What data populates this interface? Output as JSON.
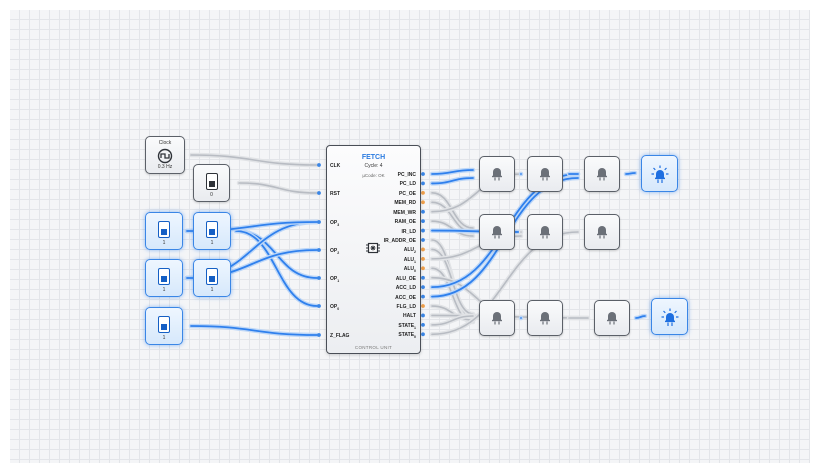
{
  "clock": {
    "title": "Clock",
    "frequency": "0.3 Hz"
  },
  "switches": [
    {
      "id": "reset",
      "value": "0",
      "state": "off"
    },
    {
      "id": "op3-a",
      "value": "1",
      "state": "on"
    },
    {
      "id": "op3-b",
      "value": "1",
      "state": "on"
    },
    {
      "id": "op1-a",
      "value": "1",
      "state": "on"
    },
    {
      "id": "op1-b",
      "value": "1",
      "state": "on"
    },
    {
      "id": "z-flag",
      "value": "1",
      "state": "on"
    }
  ],
  "control_unit": {
    "state": "FETCH",
    "cycle": "Cycle: 4",
    "ucode": "µCode: OK",
    "footer": "CONTROL UNIT",
    "inputs": [
      {
        "label": "CLK",
        "sub": ""
      },
      {
        "label": "RST",
        "sub": ""
      },
      {
        "label": "OP",
        "sub": "3"
      },
      {
        "label": "OP",
        "sub": "2"
      },
      {
        "label": "OP",
        "sub": "1"
      },
      {
        "label": "OP",
        "sub": "0"
      },
      {
        "label": "Z_FLAG",
        "sub": ""
      }
    ],
    "outputs": [
      {
        "label": "PC_INC",
        "sub": "",
        "status": "on"
      },
      {
        "label": "PC_LD",
        "sub": "",
        "status": "on"
      },
      {
        "label": "PC_OE",
        "sub": "",
        "status": "pending"
      },
      {
        "label": "MEM_RD",
        "sub": "",
        "status": "pending"
      },
      {
        "label": "MEM_WR",
        "sub": "",
        "status": "on"
      },
      {
        "label": "RAM_OE",
        "sub": "",
        "status": "on"
      },
      {
        "label": "IR_LD",
        "sub": "",
        "status": "on"
      },
      {
        "label": "IR_ADDR_OE",
        "sub": "",
        "status": "on"
      },
      {
        "label": "ALU",
        "sub": "2",
        "status": "pending"
      },
      {
        "label": "ALU",
        "sub": "1",
        "status": "pending"
      },
      {
        "label": "ALU",
        "sub": "0",
        "status": "pending"
      },
      {
        "label": "ALU_OE",
        "sub": "",
        "status": "on"
      },
      {
        "label": "ACC_LD",
        "sub": "",
        "status": "on"
      },
      {
        "label": "ACC_OE",
        "sub": "",
        "status": "on"
      },
      {
        "label": "FLG_LD",
        "sub": "",
        "status": "pending"
      },
      {
        "label": "HALT",
        "sub": "",
        "status": "on"
      },
      {
        "label": "STATE",
        "sub": "1",
        "status": "on"
      },
      {
        "label": "STATE",
        "sub": "0",
        "status": "on"
      }
    ]
  },
  "gates": [
    {
      "id": "g1",
      "type": "and-gate",
      "state": "idle"
    },
    {
      "id": "g2",
      "type": "and-gate",
      "state": "idle"
    },
    {
      "id": "g3",
      "type": "and-gate",
      "state": "idle"
    },
    {
      "id": "g4",
      "type": "and-gate",
      "state": "idle"
    },
    {
      "id": "g5",
      "type": "and-gate",
      "state": "idle"
    },
    {
      "id": "g6",
      "type": "and-gate",
      "state": "idle"
    },
    {
      "id": "g7",
      "type": "and-gate",
      "state": "idle"
    },
    {
      "id": "g8",
      "type": "and-gate",
      "state": "idle"
    },
    {
      "id": "g9",
      "type": "and-gate",
      "state": "idle"
    }
  ],
  "lamps": [
    {
      "id": "lamp-top",
      "state": "lit"
    },
    {
      "id": "lamp-bottom",
      "state": "lit"
    }
  ],
  "colors": {
    "active_wire": "#2f80ed",
    "inactive_wire": "#b8bcc3",
    "pending_pin": "#f0a04b",
    "title_accent": "#2a7be0"
  }
}
